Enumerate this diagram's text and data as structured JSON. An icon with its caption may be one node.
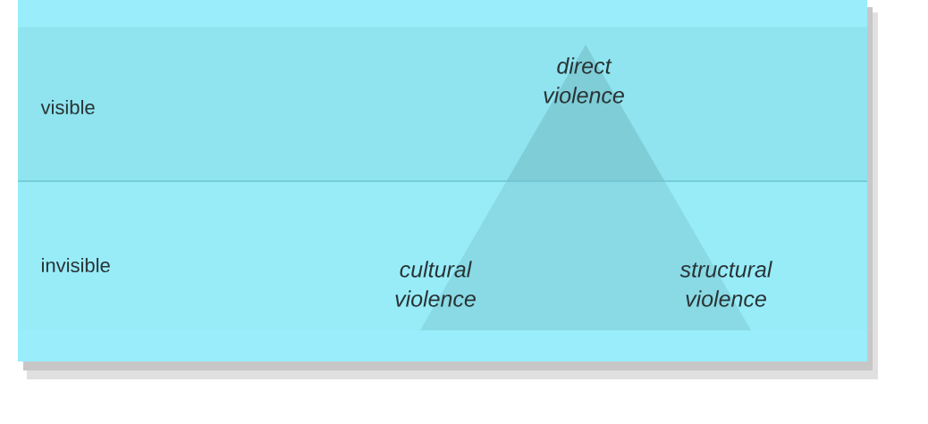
{
  "diagram": {
    "nodes": [
      {
        "text": [
          "visible"
        ]
      },
      {
        "text": [
          "invisible"
        ]
      },
      {
        "text": [
          "direct violence",
          "cultural violence",
          "structural violence"
        ]
      }
    ]
  }
}
